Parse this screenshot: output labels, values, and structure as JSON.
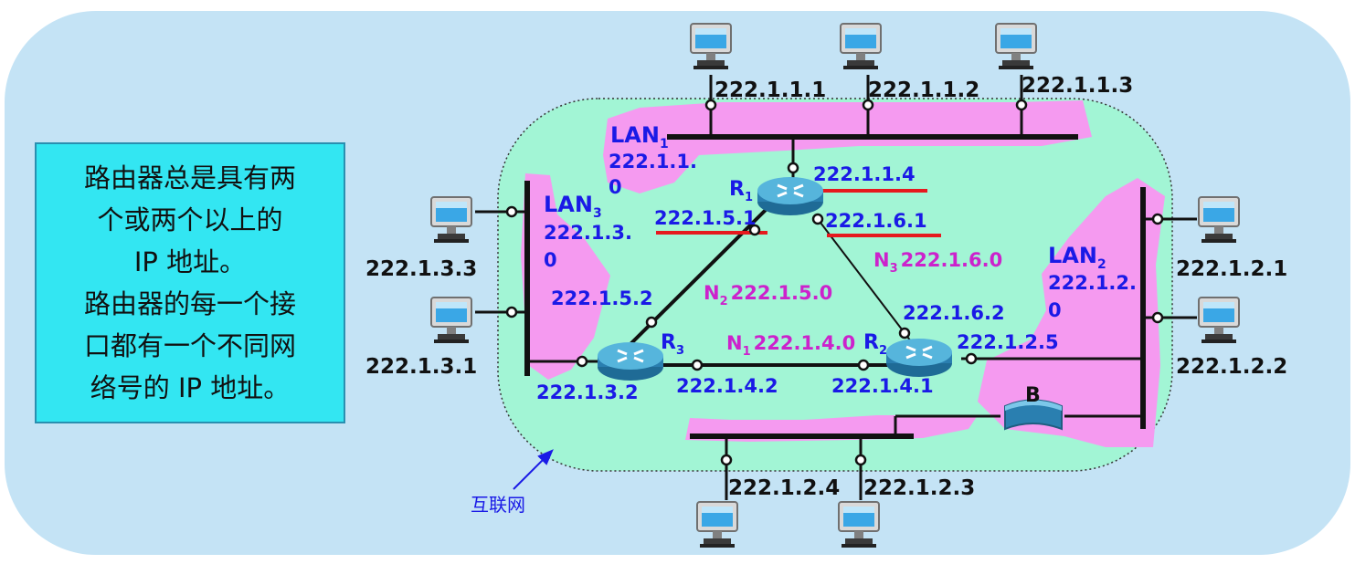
{
  "note": {
    "lines": [
      "路由器总是具有两",
      "个或两个以上的",
      "IP 地址。",
      "路由器的每一个接",
      "口都有一个不同网",
      "络号的 IP 地址。"
    ]
  },
  "internet_label": "互联网",
  "lans": {
    "lan1": {
      "name": "LAN",
      "sub": "1",
      "net_line1": "222.1.1.",
      "net_line2": "0"
    },
    "lan2": {
      "name": "LAN",
      "sub": "2",
      "net_line1": "222.1.2.",
      "net_line2": "0"
    },
    "lan3": {
      "name": "LAN",
      "sub": "3",
      "net_line1": "222.1.3.",
      "net_line2": "0"
    }
  },
  "routers": {
    "r1": {
      "name": "R",
      "sub": "1"
    },
    "r2": {
      "name": "R",
      "sub": "2"
    },
    "r3": {
      "name": "R",
      "sub": "3"
    }
  },
  "bridge": {
    "name": "B"
  },
  "networks": {
    "n1": {
      "name": "N",
      "sub": "1",
      "addr": "222.1.4.0"
    },
    "n2": {
      "name": "N",
      "sub": "2",
      "addr": "222.1.5.0"
    },
    "n3": {
      "name": "N",
      "sub": "3",
      "addr": "222.1.6.0"
    }
  },
  "host_addresses": {
    "lan1_host1": "222.1.1.1",
    "lan1_host2": "222.1.1.2",
    "lan1_host3": "222.1.1.3",
    "lan3_host1": "222.1.3.3",
    "lan3_host2": "222.1.3.1",
    "lan2_host1": "222.1.2.1",
    "lan2_host2": "222.1.2.2",
    "bottom_host1": "222.1.2.4",
    "bottom_host2": "222.1.2.3"
  },
  "interface_addresses": {
    "r1_lan1": "222.1.1.4",
    "r1_n2": "222.1.5.1",
    "r1_n3": "222.1.6.1",
    "r3_n2": "222.1.5.2",
    "r3_lan3": "222.1.3.2",
    "r3_n1": "222.1.4.2",
    "r2_n1": "222.1.4.1",
    "r2_n3": "222.1.6.2",
    "r2_lan2": "222.1.2.5"
  },
  "colors": {
    "outer_bg": "#c4e3f5",
    "internet_bg": "#a2f5d5",
    "lan_highlight": "#f59af0",
    "note_bg": "#33e6f2",
    "address_blue": "#1a1ae6",
    "network_magenta": "#cc22cc",
    "underline_red": "#e6191e"
  }
}
